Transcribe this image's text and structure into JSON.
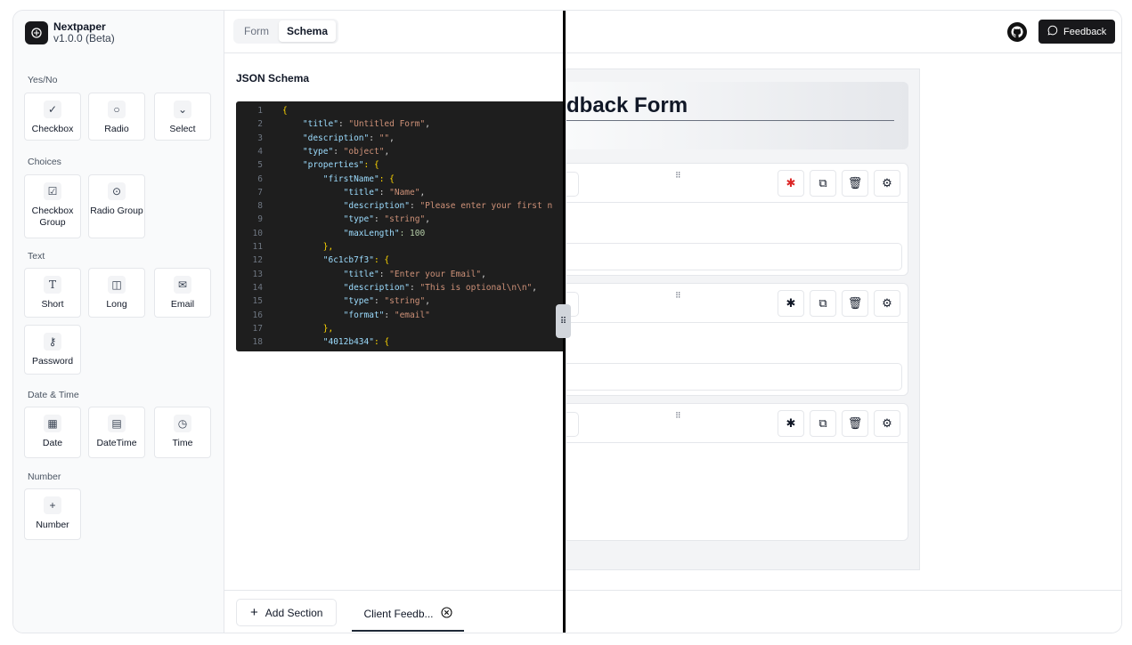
{
  "brand": {
    "name": "Nextpaper",
    "version": "v1.0.0 (Beta)"
  },
  "sidebar": {
    "groups": [
      {
        "label": "Yes/No",
        "items": [
          {
            "label": "Checkbox",
            "icon": "check-icon"
          },
          {
            "label": "Radio",
            "icon": "circle-icon"
          },
          {
            "label": "Select",
            "icon": "chevron-down-icon"
          }
        ]
      },
      {
        "label": "Choices",
        "items": [
          {
            "label": "Checkbox Group",
            "icon": "square-check-icon"
          },
          {
            "label": "Radio Group",
            "icon": "circle-dots-icon"
          }
        ]
      },
      {
        "label": "Text",
        "items": [
          {
            "label": "Short",
            "icon": "type-icon"
          },
          {
            "label": "Long",
            "icon": "columns-icon"
          },
          {
            "label": "Email",
            "icon": "mail-icon"
          },
          {
            "label": "Password",
            "icon": "key-icon"
          }
        ]
      },
      {
        "label": "Date & Time",
        "items": [
          {
            "label": "Date",
            "icon": "calendar-icon"
          },
          {
            "label": "DateTime",
            "icon": "calendar-clock-icon"
          },
          {
            "label": "Time",
            "icon": "clock-icon"
          }
        ]
      },
      {
        "label": "Number",
        "items": [
          {
            "label": "Number",
            "icon": "plus-icon"
          }
        ]
      }
    ]
  },
  "tabs": {
    "form": "Form",
    "schema": "Schema",
    "active": "Schema"
  },
  "schema_panel": {
    "title": "JSON Schema",
    "lines": [
      "{",
      "    \"title\": \"Untitled Form\",",
      "    \"description\": \"\",",
      "    \"type\": \"object\",",
      "    \"properties\": {",
      "        \"firstName\": {",
      "            \"title\": \"Name\",",
      "            \"description\": \"Please enter your first n",
      "            \"type\": \"string\",",
      "            \"maxLength\": 100",
      "        },",
      "        \"6c1cb7f3\": {",
      "            \"title\": \"Enter your Email\",",
      "            \"description\": \"This is optional\\n\\n\",",
      "            \"type\": \"string\",",
      "            \"format\": \"email\"",
      "        },",
      "        \"4012b434\": {"
    ]
  },
  "footer": {
    "add_section": "Add Section",
    "section_tab": "Client Feedb..."
  },
  "header": {
    "feedback": "Feedback"
  },
  "preview": {
    "form_title_visible": "dback Form"
  },
  "colors": {
    "accent_dark": "#18181b",
    "code_bg": "#1e1e1e",
    "required_red": "#dc2626",
    "string_orange": "#ce9178",
    "key_blue": "#9cdcfe"
  }
}
